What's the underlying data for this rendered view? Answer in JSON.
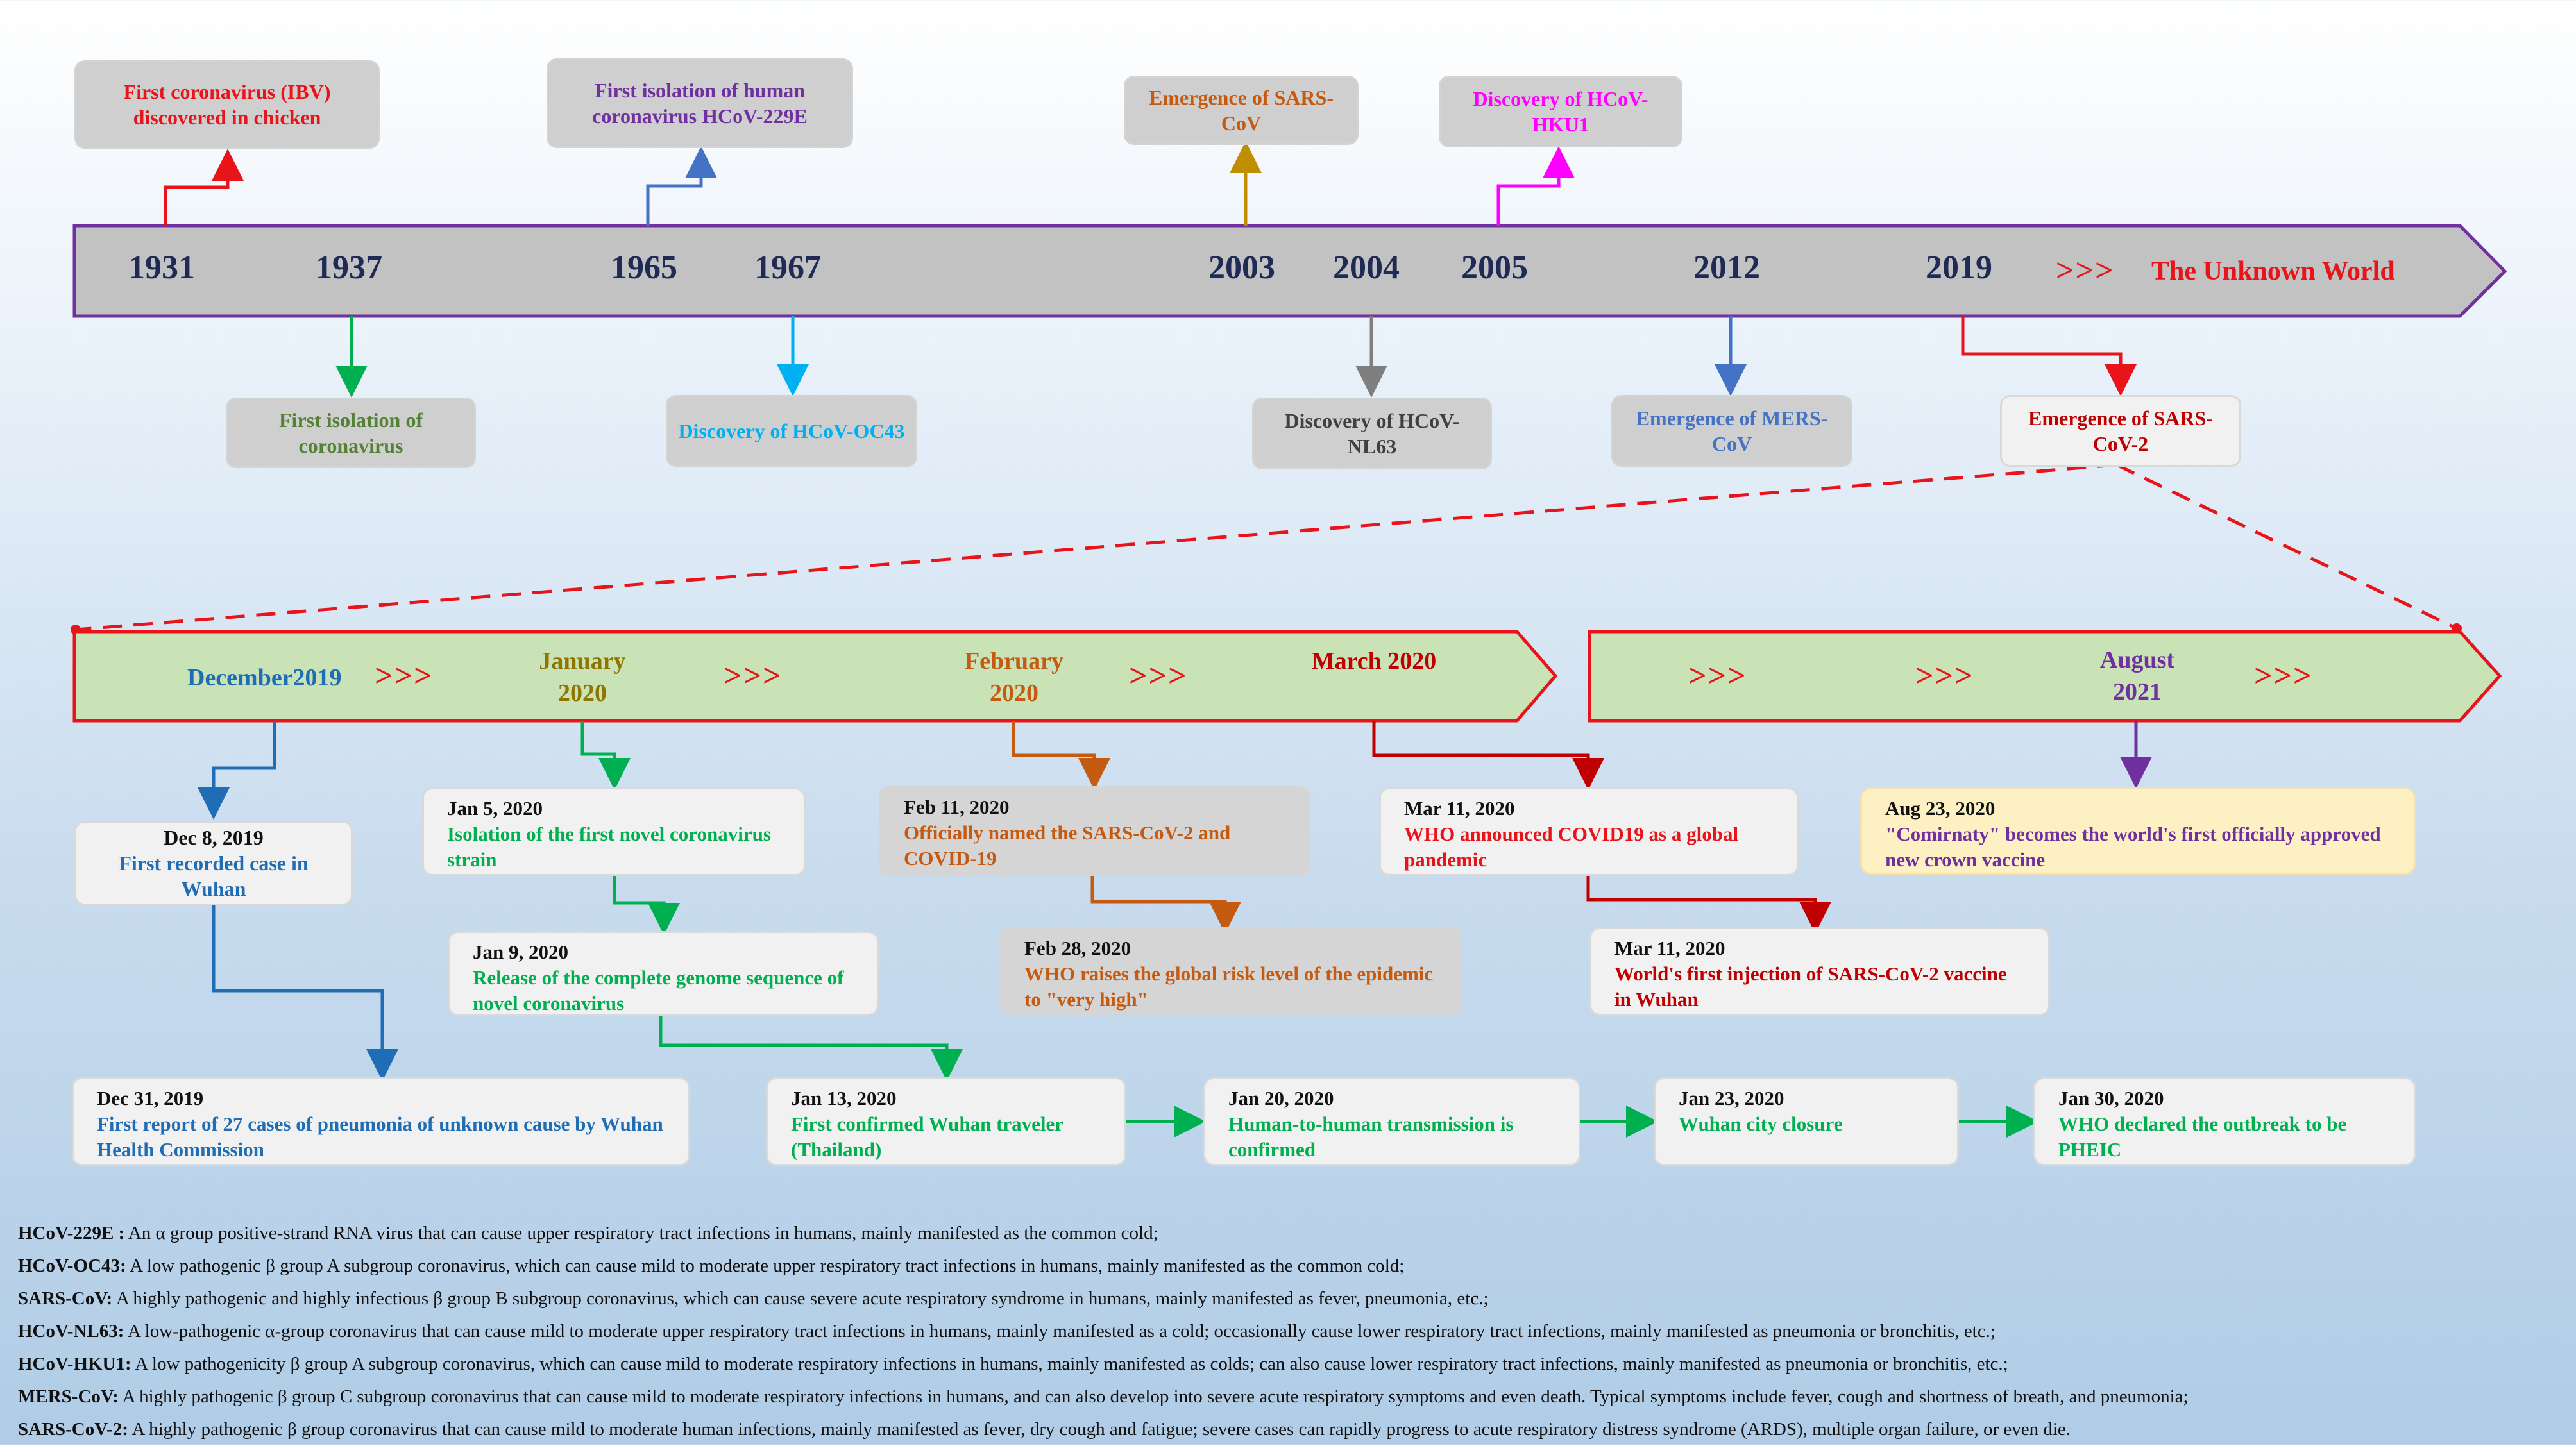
{
  "colors": {
    "red": "#e8141a",
    "purple": "#7030a0",
    "blue": "#4472c4",
    "gold": "#bf8f00",
    "magenta": "#ff00ff",
    "green": "#00b050",
    "olive": "#538135",
    "cyan": "#00b0f0",
    "gray": "#7f7f7f",
    "darkred": "#c00000",
    "navy": "#1f2a55",
    "dec_blue": "#1f6eb5",
    "feb_orange": "#c55a11",
    "olive_gold": "#8f7400"
  },
  "top_events": {
    "ibv": "First coronavirus (IBV) discovered in chicken",
    "hcov229e": "First isolation of human coronavirus HCoV-229E",
    "sars": "Emergence of SARS-CoV",
    "hku1": "Discovery of HCoV-HKU1"
  },
  "years": [
    "1931",
    "1937",
    "1965",
    "1967",
    "2003",
    "2004",
    "2005",
    "2012",
    "2019"
  ],
  "unknown_chevrons": ">>>",
  "unknown_world": "The Unknown World",
  "bottom_events": {
    "first_isolation": "First isolation of coronavirus",
    "oc43": "Discovery of HCoV-OC43",
    "nl63": "Discovery of HCoV-NL63",
    "mers": "Emergence of MERS-CoV",
    "sars2": "Emergence of SARS-CoV-2"
  },
  "months": {
    "dec": "December2019",
    "jan": "January 2020",
    "feb": "February 2020",
    "mar": "March 2020",
    "aug": "August 2021",
    "chevron": ">>>"
  },
  "events": {
    "dec8": {
      "date": "Dec 8, 2019",
      "text": "First recorded case in Wuhan"
    },
    "dec31": {
      "date": "Dec 31, 2019",
      "text": "First report of 27 cases of pneumonia of unknown cause by Wuhan Health Commission"
    },
    "jan5": {
      "date": "Jan 5, 2020",
      "text": "Isolation of the first novel coronavirus strain"
    },
    "jan9": {
      "date": "Jan 9, 2020",
      "text": "Release of the complete genome sequence of novel coronavirus"
    },
    "jan13": {
      "date": "Jan 13, 2020",
      "text": "First confirmed Wuhan traveler (Thailand)"
    },
    "jan20": {
      "date": "Jan 20, 2020",
      "text": "Human-to-human transmission is confirmed"
    },
    "jan23": {
      "date": "Jan 23, 2020",
      "text": "Wuhan city closure"
    },
    "jan30": {
      "date": "Jan 30, 2020",
      "text": "WHO declared the outbreak to be PHEIC"
    },
    "feb11": {
      "date": "Feb 11, 2020",
      "text": "Officially named the SARS-CoV-2 and COVID-19"
    },
    "feb28": {
      "date": "Feb 28, 2020",
      "text": "WHO raises the global risk level of the epidemic to \"very high\""
    },
    "mar11a": {
      "date": "Mar 11, 2020",
      "text": "WHO announced COVID19 as a global pandemic"
    },
    "mar11b": {
      "date": "Mar 11, 2020",
      "text": "World's first injection of SARS-CoV-2 vaccine in Wuhan"
    },
    "aug23": {
      "date": "Aug 23, 2020",
      "text": "\"Comirnaty\" becomes the world's first officially approved new crown vaccine"
    }
  },
  "notes": [
    {
      "term": "HCoV-229E :",
      "text": " An α group positive-strand RNA virus that can cause upper respiratory tract infections in humans, mainly manifested as the common cold;"
    },
    {
      "term": "HCoV-OC43:",
      "text": " A low pathogenic β group A subgroup coronavirus, which can cause mild to moderate upper respiratory tract infections in humans, mainly manifested as the common cold;"
    },
    {
      "term": "SARS-CoV:",
      "text": " A highly pathogenic and highly infectious β group B subgroup coronavirus, which can cause severe acute respiratory syndrome in humans, mainly manifested as fever, pneumonia, etc.;"
    },
    {
      "term": "HCoV-NL63:",
      "text": " A low-pathogenic α-group coronavirus that can cause mild to moderate upper respiratory tract infections in humans, mainly manifested as a cold; occasionally cause lower respiratory tract infections, mainly manifested as pneumonia or bronchitis, etc.;"
    },
    {
      "term": "HCoV-HKU1:",
      "text": " A low pathogenicity β group A subgroup coronavirus, which can cause mild to moderate respiratory infections in humans, mainly manifested as colds; can also cause lower respiratory tract infections, mainly manifested as pneumonia or bronchitis, etc.;"
    },
    {
      "term": "MERS-CoV:",
      "text": " A highly pathogenic β group C subgroup coronavirus that can cause mild to moderate respiratory infections in humans, and can also develop into severe acute respiratory symptoms and even death. Typical symptoms include fever, cough and shortness of breath, and pneumonia;"
    },
    {
      "term": "SARS-CoV-2:",
      "text": " A highly pathogenic β group coronavirus that can cause mild to moderate human infections, mainly manifested as fever, dry cough and fatigue; severe cases can rapidly progress to acute respiratory distress syndrome (ARDS), multiple organ failure, or even die."
    }
  ]
}
